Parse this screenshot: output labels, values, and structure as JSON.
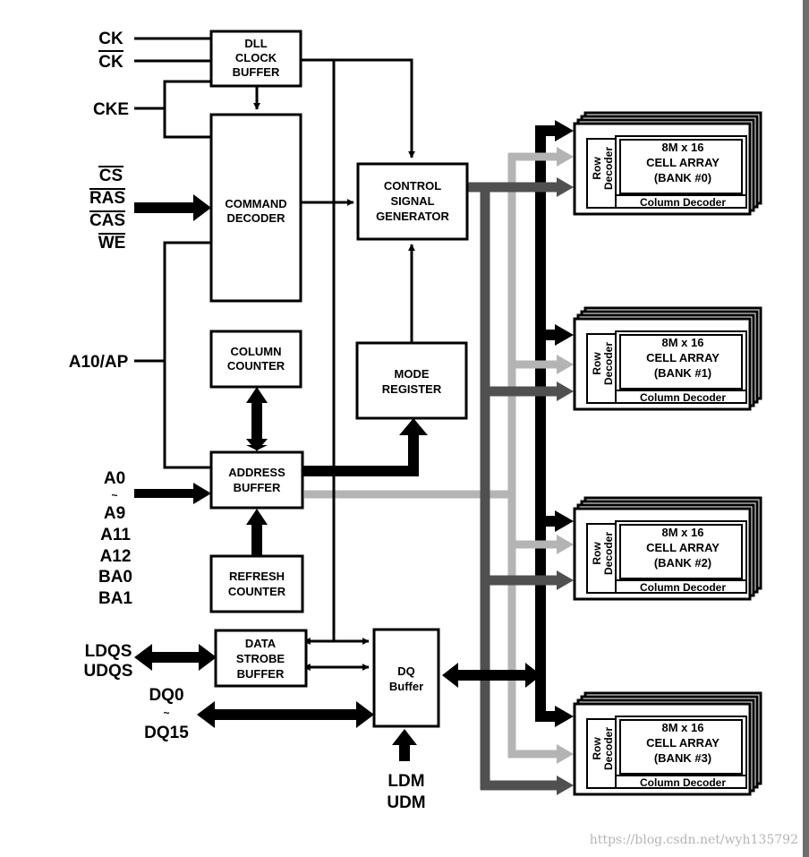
{
  "pins": {
    "ck": "CK",
    "ck_bar": "CK",
    "cke": "CKE",
    "cs": "CS",
    "ras": "RAS",
    "cas": "CAS",
    "we": "WE",
    "a10ap": "A10/AP",
    "a0": "A0",
    "tilde": "~",
    "a9": "A9",
    "a11": "A11",
    "a12": "A12",
    "ba0": "BA0",
    "ba1": "BA1",
    "ldqs": "LDQS",
    "udqs": "UDQS",
    "dq0": "DQ0",
    "dq15": "DQ15",
    "ldm": "LDM",
    "udm": "UDM"
  },
  "blocks": {
    "dll": [
      "DLL",
      "CLOCK",
      "BUFFER"
    ],
    "cmd": [
      "COMMAND",
      "DECODER"
    ],
    "csg": [
      "CONTROL",
      "SIGNAL",
      "GENERATOR"
    ],
    "colcnt": [
      "COLUMN",
      "COUNTER"
    ],
    "mode": [
      "MODE",
      "REGISTER"
    ],
    "addr": [
      "ADDRESS",
      "BUFFER"
    ],
    "refresh": [
      "REFRESH",
      "COUNTER"
    ],
    "dsb": [
      "DATA",
      "STROBE",
      "BUFFER"
    ],
    "dq": [
      "DQ",
      "Buffer"
    ]
  },
  "banks": [
    {
      "size": "8M x 16",
      "array": "CELL ARRAY",
      "bank": "(BANK #0)"
    },
    {
      "size": "8M x 16",
      "array": "CELL ARRAY",
      "bank": "(BANK #1)"
    },
    {
      "size": "8M x 16",
      "array": "CELL ARRAY",
      "bank": "(BANK #2)"
    },
    {
      "size": "8M x 16",
      "array": "CELL ARRAY",
      "bank": "(BANK #3)"
    }
  ],
  "bank_labels": {
    "row": "Row",
    "decoder": "Decoder",
    "column_decoder": "Column Decoder"
  },
  "colors": {
    "black_bus": "#000000",
    "dark_bus": "#505050",
    "light_bus": "#b4b4b4"
  },
  "watermark": "https://blog.csdn.net/wyh135792"
}
